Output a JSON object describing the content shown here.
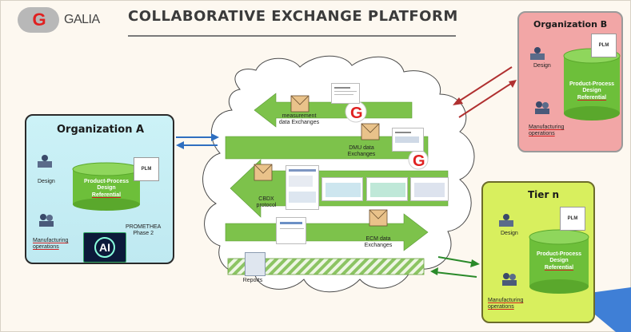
{
  "brand": {
    "logo_mark": "G",
    "name": "GALIA"
  },
  "title": "COLLABORATIVE EXCHANGE PLATFORM",
  "organization_a": {
    "title": "Organization A",
    "design_label": "Design",
    "database_label": [
      "Product-Process",
      "Design",
      "Referential"
    ],
    "plm_label": "PLM",
    "manufacturing_label": [
      "Manufacturing",
      "operations"
    ],
    "project_label": [
      "PROMETHEA",
      "Phase 2"
    ],
    "ai_label": "AI"
  },
  "organization_b": {
    "title": "Organization B",
    "design_label": "Design",
    "database_label": [
      "Product-Process",
      "Design",
      "Referential"
    ],
    "plm_label": "PLM",
    "manufacturing_label": [
      "Manufacturing",
      "operations"
    ]
  },
  "tier_n": {
    "title": "Tier n",
    "design_label": "Design",
    "database_label": [
      "Product-Process",
      "Design",
      "Referential"
    ],
    "plm_label": "PLM",
    "manufacturing_label": [
      "Manufacturing",
      "operations"
    ]
  },
  "flows": {
    "measurement": [
      "measurement",
      "data Exchanges"
    ],
    "dmu": [
      "DMU data",
      "Exchanges"
    ],
    "cbdx": [
      "CBDX",
      "protocol"
    ],
    "ecm": [
      "ECM data",
      "Exchanges"
    ],
    "reports": "Reports"
  },
  "colors": {
    "arrow_green": "#7dc24b",
    "org_a_fill": "#c6eef5",
    "org_b_fill": "#f2a6a6",
    "tier_n_fill": "#d8ef5e",
    "db_green": "#6dbf3a",
    "brand_red": "#e02020"
  }
}
